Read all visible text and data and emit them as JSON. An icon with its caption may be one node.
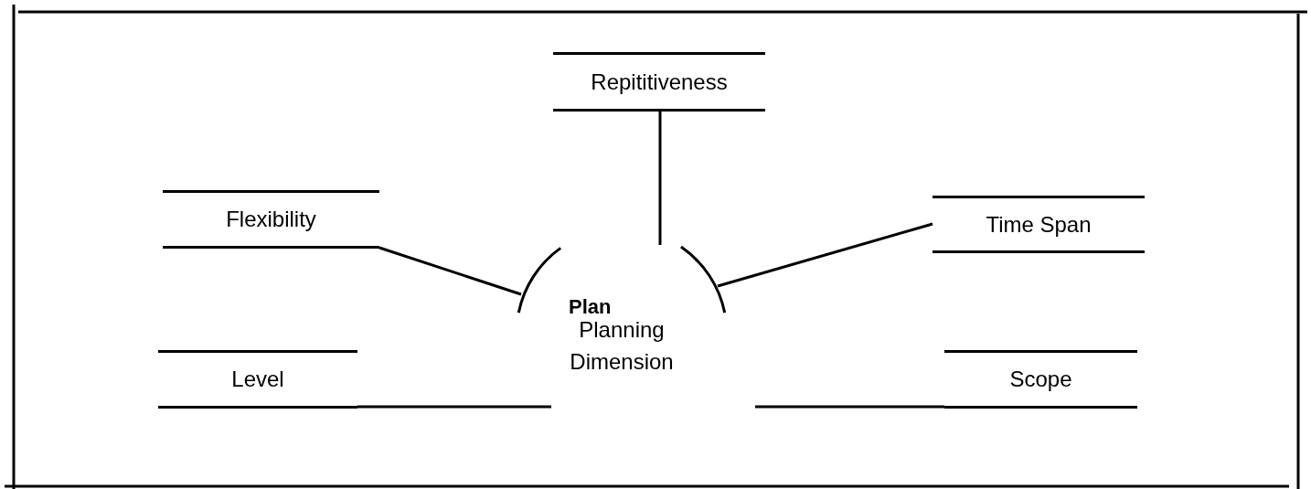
{
  "diagram": {
    "nodes": [
      {
        "text": [
          "Plan",
          "Planning Dimension"
        ]
      },
      {
        "text": [
          "Repititiveness"
        ]
      },
      {
        "text": [
          "Flexibility"
        ]
      },
      {
        "text": [
          "Time Span"
        ]
      },
      {
        "text": [
          "Level"
        ]
      },
      {
        "text": [
          "Scope"
        ]
      }
    ],
    "edges": [
      {
        "from": 0,
        "to": 1,
        "arrow": "none"
      },
      {
        "from": 0,
        "to": 2,
        "arrow": "none"
      },
      {
        "from": 0,
        "to": 3,
        "arrow": "none"
      },
      {
        "from": 0,
        "to": 4,
        "arrow": "none"
      },
      {
        "from": 0,
        "to": 5,
        "arrow": "none"
      }
    ]
  }
}
